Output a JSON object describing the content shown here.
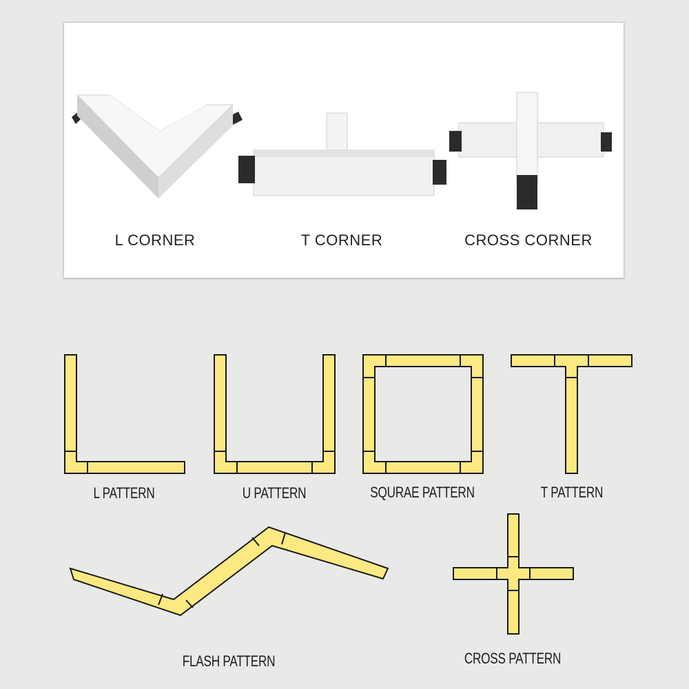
{
  "products": {
    "l_corner": "L CORNER",
    "t_corner": "T CORNER",
    "cross_corner": "CROSS CORNER"
  },
  "patterns": {
    "l": "L PATTERN",
    "u": "U PATTERN",
    "square": "SQURAE PATTERN",
    "t": "T PATTERN",
    "flash": "FLASH PATTERN",
    "cross": "CROSS PATTERN"
  },
  "colors": {
    "background": "#e9e9e8",
    "segment_fill": "#fce982",
    "segment_outline": "#1a1a1a",
    "connector_body": "#f2f2f2",
    "connector_clip": "#2b2b2b"
  }
}
